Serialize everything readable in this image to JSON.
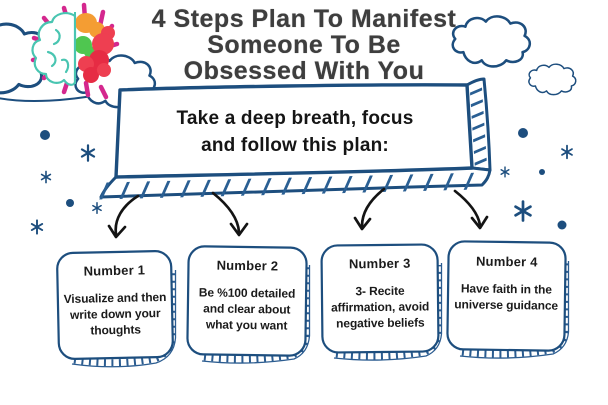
{
  "title": {
    "full": "4 Steps Plan To Manifest Someone To Be Obsessed With You",
    "lines": [
      "4 Steps Plan To Manifest",
      "Someone To Be",
      "Obsessed With You"
    ]
  },
  "banner": {
    "full": "Take a deep breath, focus and follow this plan:",
    "lines": [
      "Take a deep breath, focus",
      "and follow this plan:"
    ]
  },
  "steps": [
    {
      "label": "Number 1",
      "text": "Visualize and then write down your thoughts"
    },
    {
      "label": "Number 2",
      "text": "Be %100 detailed and clear about what you want"
    },
    {
      "label": "Number 3",
      "text": "3- Recite affirmation, avoid negative beliefs"
    },
    {
      "label": "Number 4",
      "text": "Have faith in the universe guidance"
    }
  ],
  "icons": {
    "brain": "brain-icon",
    "clouds": "cloud-icon",
    "stars": "star-icon",
    "dots": "dot-icon",
    "arrows": "curved-arrow-down-icon"
  },
  "colors": {
    "outline_navy": "#1d4e7e",
    "title_gray": "#3e3e3e",
    "text_black": "#151515",
    "ray_magenta": "#d4288e",
    "brain_teal": "#49c5b1",
    "brain_orange": "#f49d33",
    "brain_green": "#4fc650",
    "brain_red": "#ee3f51",
    "background": "#ffffff"
  }
}
